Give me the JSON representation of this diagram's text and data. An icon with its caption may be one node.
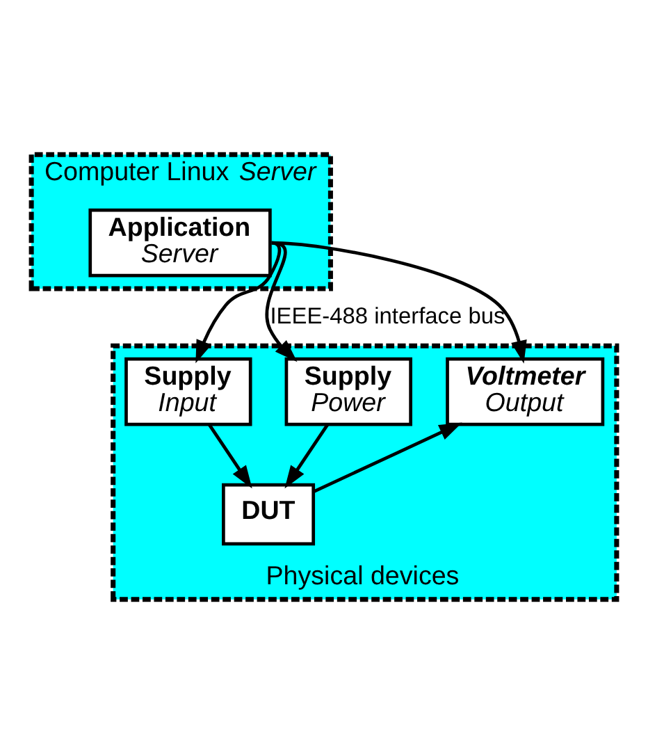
{
  "diagram": {
    "nodes": [
      {
        "text": [
          "Computer Linux *Server*"
        ]
      },
      {
        "text": [
          "Application",
          "Server"
        ],
        "in": 0
      },
      {
        "text": [
          "Physical devices"
        ]
      },
      {
        "text": [
          "Supply",
          "Input"
        ],
        "in": 2
      },
      {
        "text": [
          "Supply",
          "Power"
        ],
        "in": 2
      },
      {
        "text": [
          "*Voltmeter*",
          "Output"
        ],
        "in": 2
      },
      {
        "text": [
          "DUT"
        ],
        "in": 2
      }
    ],
    "edges": [
      {
        "from": 1,
        "to": 3,
        "arrow": "to"
      },
      {
        "from": 1,
        "to": 4,
        "arrow": "to",
        "label": "IEEE-488 interface bus"
      },
      {
        "from": 1,
        "to": 5,
        "arrow": "to"
      },
      {
        "from": 3,
        "to": 6,
        "arrow": "to"
      },
      {
        "from": 4,
        "to": 6,
        "arrow": "to"
      },
      {
        "from": 6,
        "to": 5,
        "arrow": "to"
      }
    ]
  }
}
